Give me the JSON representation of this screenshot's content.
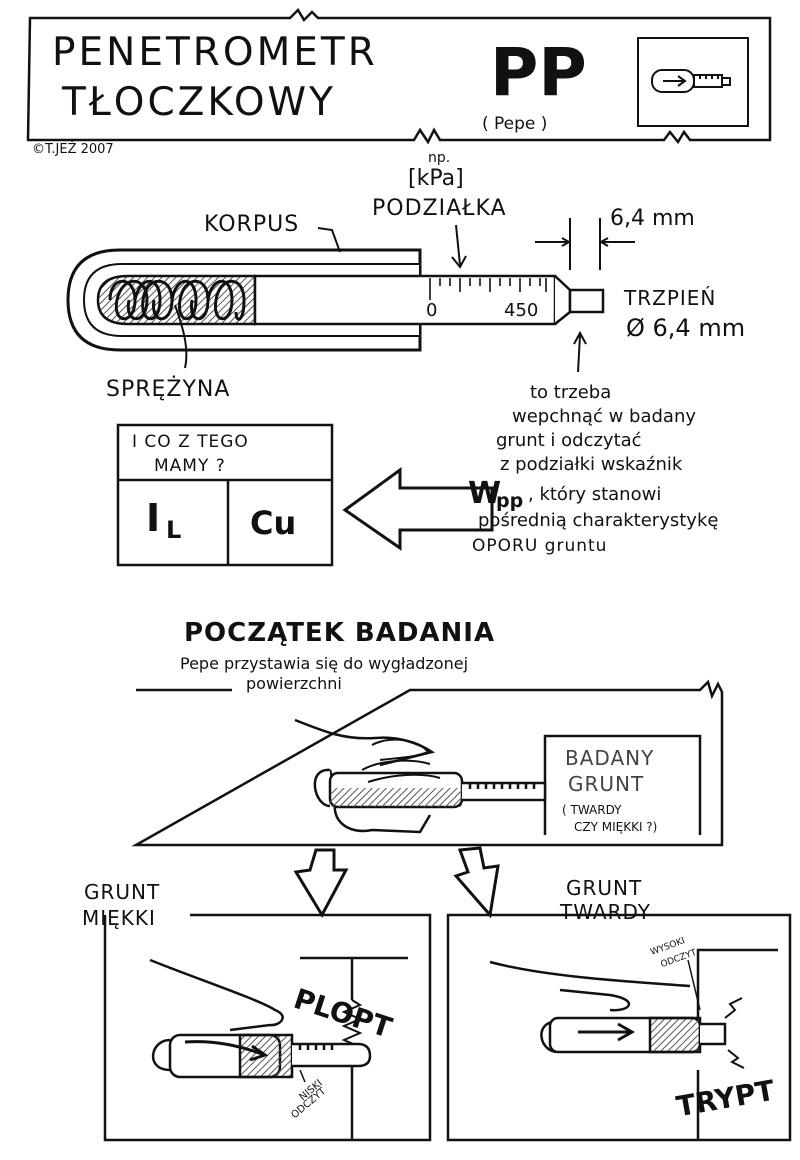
{
  "title": {
    "line1": "PENETROMETR",
    "line2": "TŁOCZKOWY",
    "abbr": "PP",
    "nickname": "( Pepe )",
    "copyright": "©T.JEŻ 2007"
  },
  "diagram": {
    "unit_note": "np.",
    "unit": "[kPa]",
    "scale_label": "PODZIAŁKA",
    "body_label": "KORPUS",
    "spring_label": "SPRĘŻYNA",
    "scale_min": "0",
    "scale_max": "450",
    "width_dim": "6,4 mm",
    "pin_label": "TRZPIEŃ",
    "pin_diameter": "Ø 6,4 mm",
    "note_lines": [
      "to trzeba",
      "wepchnąć w badany",
      "grunt i odczytać",
      "z podziałki wskaźnik",
      ", który stanowi",
      "pośrednią charakterystykę",
      "OPORU gruntu"
    ],
    "index_symbol": "W",
    "index_subscript": "pp"
  },
  "table": {
    "question_line1": "I CO Z TEGO",
    "question_line2": "MAMY ?",
    "cell1_main": "I",
    "cell1_sub": "L",
    "cell2": "Cu"
  },
  "start": {
    "heading": "POCZĄTEK BADANIA",
    "sub_line1": "Pepe przystawia się do wygładzonej",
    "sub_line2": "powierzchni",
    "soil_line1": "BADANY",
    "soil_line2": "GRUNT",
    "soil_q1": "( TWARDY",
    "soil_q2": "CZY MIĘKKI ?)"
  },
  "soft": {
    "label_line1": "GRUNT",
    "label_line2": "MIĘKKI",
    "sound": "PLOPT",
    "reading_line1": "NISKI",
    "reading_line2": "ODCZYT"
  },
  "hard": {
    "label_line1": "GRUNT",
    "label_line2": "TWARDY",
    "sound": "TRYPT",
    "reading_line1": "WYSOKI",
    "reading_line2": "ODCZYT"
  }
}
